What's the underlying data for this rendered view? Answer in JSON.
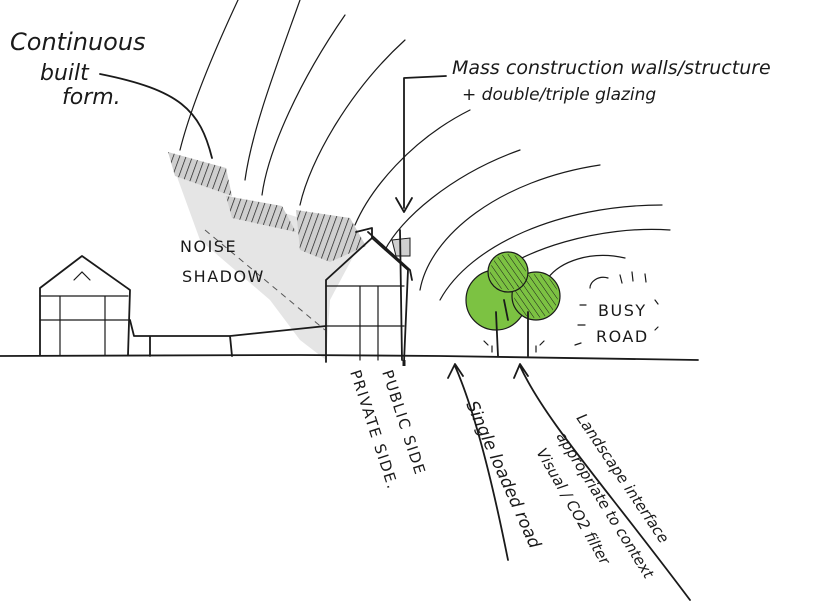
{
  "colors": {
    "ink": "#1a1a1a",
    "shadow": "#d4d4d4",
    "tree": "#7cc242"
  },
  "labels": {
    "continuous_1": "Continuous",
    "continuous_2": "built",
    "continuous_3": "form.",
    "mass_1": "Mass construction walls/structure",
    "mass_2": "+ double/triple glazing",
    "noise": "NOISE",
    "shadow": "SHADOW",
    "busy": "BUSY",
    "road": "ROAD",
    "public_side": "PUBLIC SIDE",
    "private_side": "PRIVATE SIDE.",
    "single_loaded": "Single loaded road",
    "landscape_1": "Landscape interface",
    "landscape_2": "appropriate to context",
    "landscape_3": "Visual / CO2 filter"
  }
}
